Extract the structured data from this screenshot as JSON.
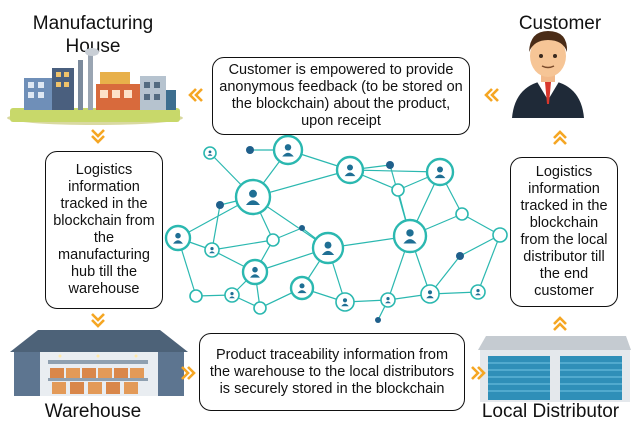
{
  "nodes": {
    "manufacturing": "Manufacturing House",
    "customer": "Customer",
    "warehouse": "Warehouse",
    "distributor": "Local Distributor"
  },
  "boxes": {
    "feedback": "Customer is empowered to provide anonymous feedback (to be stored on the blockchain) about the product, upon receipt",
    "logistics_left": "Logistics information tracked in the blockchain from the manufacturing hub till the warehouse",
    "logistics_right": "Logistics information tracked in the blockchain from the local distributor till the end customer",
    "traceability": "Product traceability information from the warehouse to the local distributors is securely stored in the blockchain"
  },
  "colors": {
    "network": "#2bb8b0",
    "arrow": "#f5a623"
  },
  "icons": [
    "factory-icon",
    "customer-icon",
    "warehouse-icon",
    "distributor-garage-icon",
    "blockchain-network-icon"
  ]
}
